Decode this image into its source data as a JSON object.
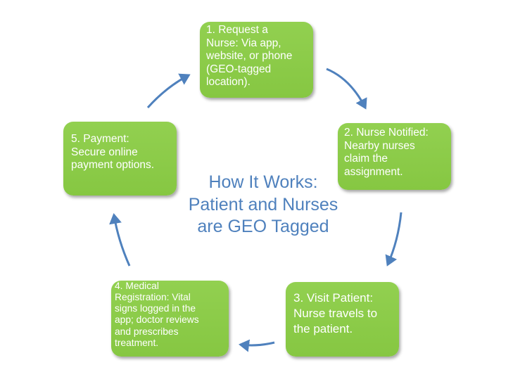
{
  "diagram": {
    "title": "How It Works:\nPatient and Nurses\nare GEO Tagged",
    "steps": [
      {
        "text": "1. Request a\nNurse: Via app,\nwebsite, or phone\n(GEO-tagged\nlocation)."
      },
      {
        "text": "2. Nurse Notified:\nNearby nurses\nclaim the\nassignment."
      },
      {
        "text": "3. Visit Patient:\nNurse travels to\nthe patient."
      },
      {
        "text": "4. Medical\nRegistration: Vital\nsigns logged in the\napp; doctor reviews\nand prescribes\ntreatment."
      },
      {
        "text": "5. Payment:\nSecure online\npayment options."
      }
    ]
  },
  "colors": {
    "box_fill": "#92d050",
    "box_text": "#ffffff",
    "arrow": "#4f81bd",
    "title": "#4f81bd"
  }
}
